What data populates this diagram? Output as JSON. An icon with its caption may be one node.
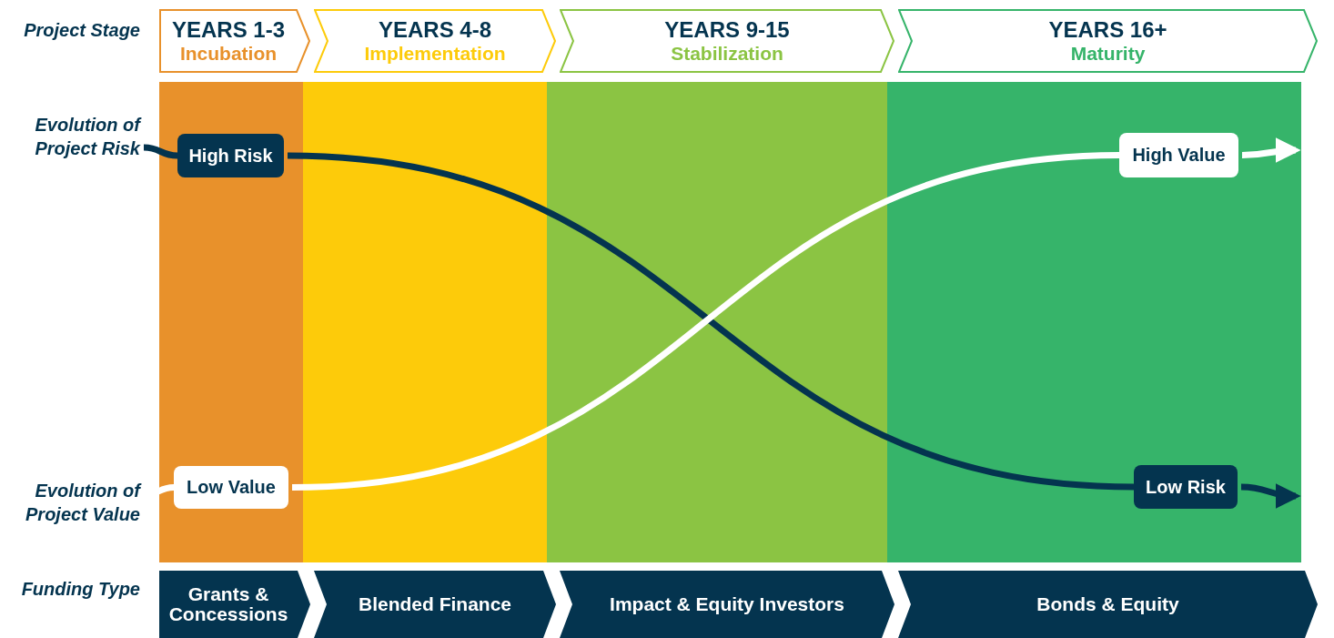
{
  "diagram": {
    "nodes": [
      {
        "text": [
          "YEARS 1-3",
          "Incubation"
        ]
      },
      {
        "text": [
          "YEARS 4-8",
          "Implementation"
        ]
      },
      {
        "text": [
          "YEARS 9-15",
          "Stabilization"
        ]
      },
      {
        "text": [
          "YEARS 16+",
          "Maturity"
        ]
      },
      {
        "text": [
          "High Risk"
        ]
      },
      {
        "text": [
          "High Value"
        ]
      },
      {
        "text": [
          "Low Value"
        ]
      },
      {
        "text": [
          "Low Risk"
        ]
      },
      {
        "text": [
          "Grants & Concessions"
        ]
      },
      {
        "text": [
          "Blended Finance"
        ]
      },
      {
        "text": [
          "Impact & Equity Investors"
        ]
      },
      {
        "text": [
          "Bonds & Equity"
        ]
      },
      {
        "text": [
          "Evolution of Project Risk"
        ]
      },
      {
        "text": [
          "Evolution of Project Value"
        ]
      }
    ],
    "edges": [
      {
        "from": 12,
        "to": 4,
        "arrow": "none",
        "color": "#04344f"
      },
      {
        "from": 4,
        "to": 7,
        "arrow": "none",
        "color": "#04344f"
      },
      {
        "from": 7,
        "to": null,
        "arrow": "to",
        "color": "#04344f"
      },
      {
        "from": 13,
        "to": 6,
        "arrow": "none",
        "color": "#ffffff"
      },
      {
        "from": 6,
        "to": 5,
        "arrow": "none",
        "color": "#ffffff"
      },
      {
        "from": 5,
        "to": null,
        "arrow": "to",
        "color": "#ffffff"
      }
    ],
    "labels": [
      "Project Stage",
      "Funding Type"
    ]
  }
}
